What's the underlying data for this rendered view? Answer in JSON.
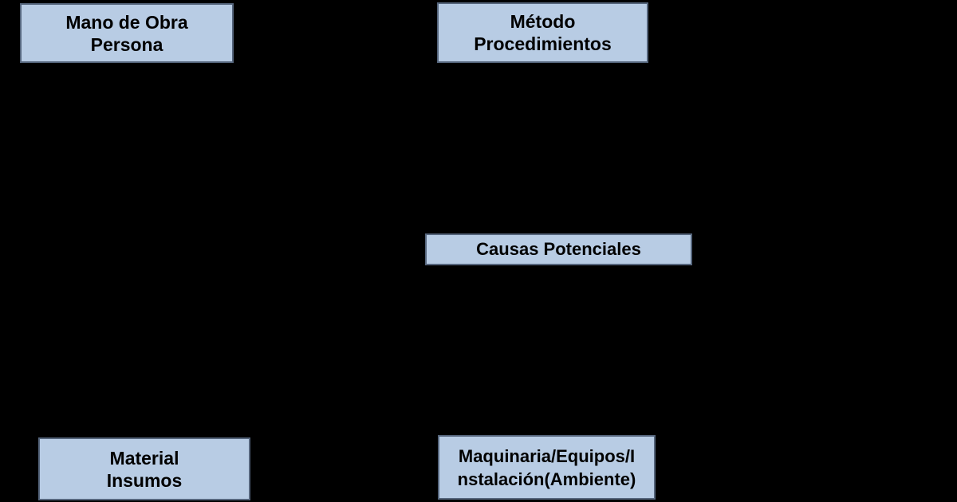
{
  "diagram": {
    "type": "cause-effect-fishbone-categories",
    "boxes": {
      "mano_de_obra": {
        "line1": "Mano de Obra",
        "line2": "Persona"
      },
      "metodo": {
        "line1": "Método",
        "line2": "Procedimientos"
      },
      "causas": {
        "label": "Causas Potenciales"
      },
      "material": {
        "line1": "Material",
        "line2": "Insumos"
      },
      "maquinaria": {
        "line1": "Maquinaria/Equipos/I",
        "line2": "nstalación(Ambiente)"
      }
    }
  },
  "colors": {
    "background": "#000000",
    "box_fill": "#b8cce4",
    "box_border": "#55657c",
    "text": "#000000"
  }
}
